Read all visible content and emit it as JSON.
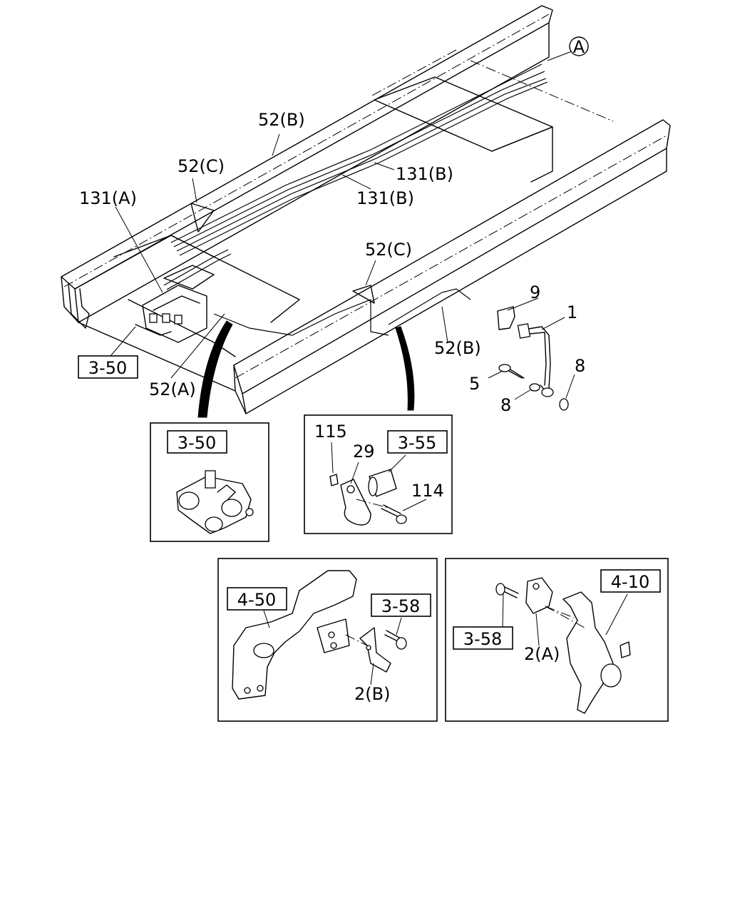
{
  "callouts": {
    "ref_A": "A",
    "p52B_top": "52(B)",
    "p52C_top": "52(C)",
    "p131A": "131(A)",
    "p131B_right": "131(B)",
    "p131B_mid": "131(B)",
    "p52C_mid": "52(C)",
    "p9": "9",
    "p1": "1",
    "p52B_mid": "52(B)",
    "p5": "5",
    "p8_left": "8",
    "p8_right": "8",
    "p52A": "52(A)",
    "p115": "115",
    "p29": "29",
    "p114": "114",
    "p2B": "2(B)",
    "p2A": "2(A)"
  },
  "references": {
    "r350_main": "3-50",
    "r350_inset": "3-50",
    "r355": "3-55",
    "r450": "4-50",
    "r358_left": "3-58",
    "r410": "4-10",
    "r358_right": "3-58"
  }
}
